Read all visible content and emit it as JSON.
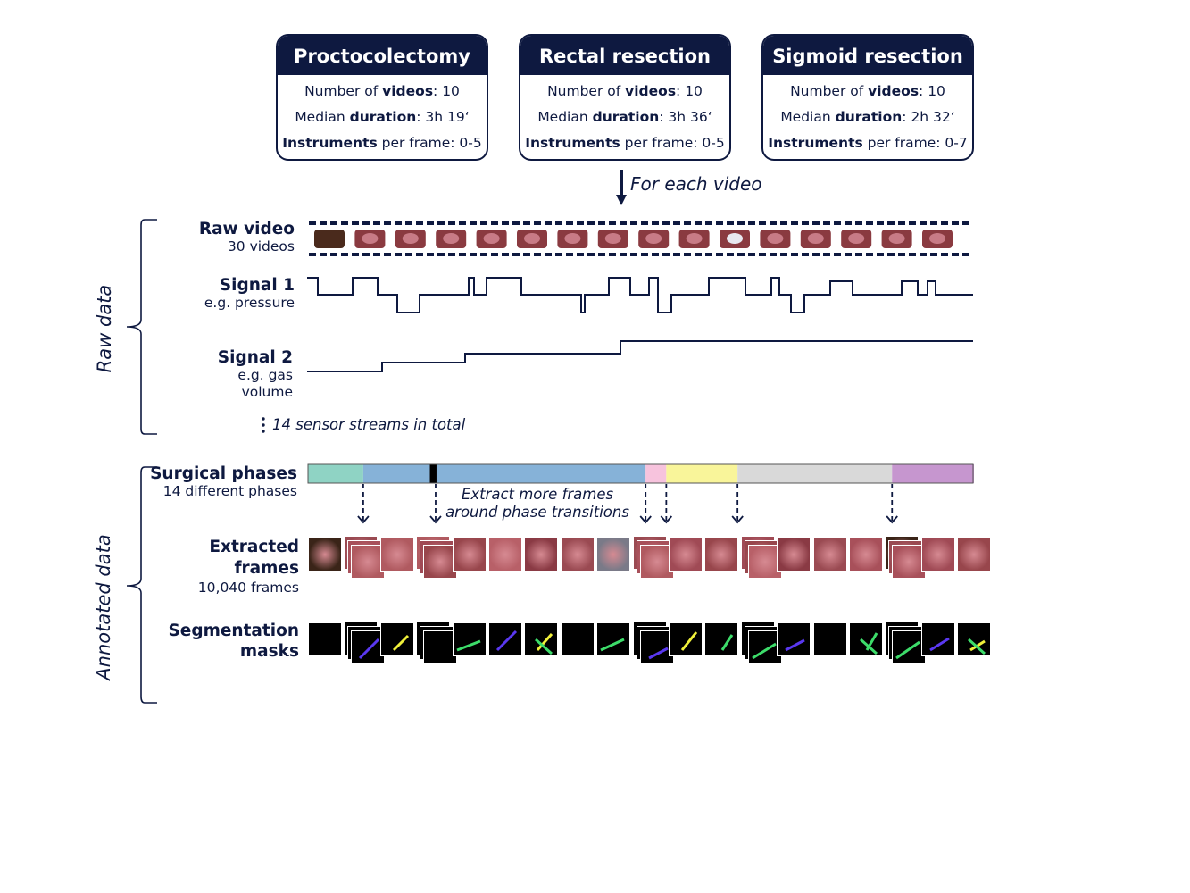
{
  "cards": [
    {
      "title": "Proctocolectomy",
      "videos_pre": "Number of ",
      "videos_key": "videos",
      "videos_val": ": 10",
      "duration_pre": "Median ",
      "duration_key": "duration",
      "duration_val": ": 3h 19‘",
      "instr_key": "Instruments",
      "instr_val": " per frame: 0-5"
    },
    {
      "title": "Rectal resection",
      "videos_pre": "Number of ",
      "videos_key": "videos",
      "videos_val": ": 10",
      "duration_pre": "Median ",
      "duration_key": "duration",
      "duration_val": ": 3h 36‘",
      "instr_key": "Instruments",
      "instr_val": " per frame: 0-5"
    },
    {
      "title": "Sigmoid resection",
      "videos_pre": "Number of ",
      "videos_key": "videos",
      "videos_val": ": 10",
      "duration_pre": "Median ",
      "duration_key": "duration",
      "duration_val": ": 2h 32‘",
      "instr_key": "Instruments",
      "instr_val": " per frame: 0-7"
    }
  ],
  "flow_label": "For each video",
  "raw_data_label": "Raw data",
  "annotated_data_label": "Annotated data",
  "raw_video": {
    "title": "Raw video",
    "subtitle": "30 videos"
  },
  "signal1": {
    "title": "Signal 1",
    "subtitle": "e.g. pressure"
  },
  "signal2": {
    "title": "Signal 2",
    "subtitle_line1": "e.g. gas",
    "subtitle_line2": "volume"
  },
  "sensor_note": "14 sensor streams in total",
  "surgical_phases": {
    "title": "Surgical phases",
    "subtitle": "14 different phases"
  },
  "extract_note": {
    "line1": "Extract more frames",
    "line2": "around phase transitions"
  },
  "extracted_frames": {
    "title_line1": "Extracted",
    "title_line2": "frames",
    "subtitle": "10,040 frames"
  },
  "segmentation": {
    "title_line1": "Segmentation",
    "title_line2": "masks"
  },
  "colors": {
    "navy": "#0e1940",
    "phase_teal": "#8fd3c4",
    "phase_blue": "#86b2d8",
    "phase_black": "#000000",
    "phase_pink": "#f7c3dd",
    "phase_yellow": "#f9f59a",
    "phase_grey": "#d9d9d9",
    "phase_purple": "#c696cf",
    "mask_green": "#3ddc6a",
    "mask_blue": "#5a38f0",
    "mask_yellow": "#f0f03a",
    "mask_red": "#e81c1c"
  },
  "phases": [
    {
      "color": "teal",
      "fraction": 0.083
    },
    {
      "color": "blue",
      "fraction": 0.1
    },
    {
      "color": "black",
      "fraction": 0.01
    },
    {
      "color": "blue",
      "fraction": 0.314
    },
    {
      "color": "pink",
      "fraction": 0.031
    },
    {
      "color": "yellow",
      "fraction": 0.107
    },
    {
      "color": "grey",
      "fraction": 0.232
    },
    {
      "color": "purple",
      "fraction": 0.123
    }
  ],
  "icons": [
    "down-arrow-icon",
    "vertical-ellipsis-icon",
    "left-brace-icon"
  ]
}
